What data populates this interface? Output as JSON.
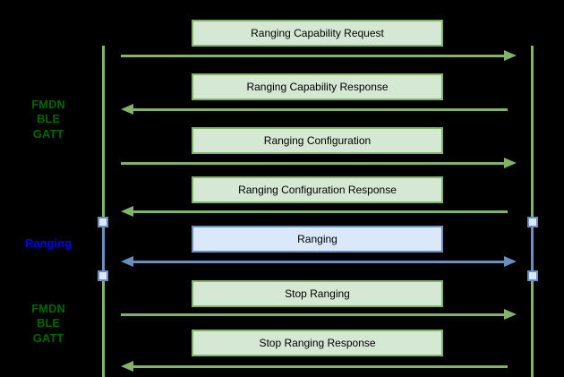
{
  "side_labels": {
    "fmdn_top": {
      "lines": [
        "FMDN",
        "BLE",
        "GATT"
      ],
      "color": "#006600"
    },
    "ranging": {
      "text": "Ranging",
      "color": "#0000ee"
    },
    "fmdn_bottom": {
      "lines": [
        "FMDN",
        "BLE",
        "GATT"
      ],
      "color": "#006600"
    }
  },
  "messages": [
    {
      "label": "Ranging Capability Request",
      "direction": "right",
      "style": "green"
    },
    {
      "label": "Ranging Capability Response",
      "direction": "left",
      "style": "green"
    },
    {
      "label": "Ranging Configuration",
      "direction": "right",
      "style": "green"
    },
    {
      "label": "Ranging Configuration Response",
      "direction": "left",
      "style": "green"
    },
    {
      "label": "Ranging",
      "direction": "both",
      "style": "blue"
    },
    {
      "label": "Stop Ranging",
      "direction": "right",
      "style": "green"
    },
    {
      "label": "Stop Ranging Response",
      "direction": "left",
      "style": "green"
    }
  ],
  "palette": {
    "background": "#000000",
    "green_fill": "#d5e8d4",
    "green_stroke": "#82b366",
    "blue_fill": "#dae8fc",
    "blue_stroke": "#6c8ebf",
    "label_green": "#006600",
    "label_blue": "#0000ee",
    "box_text": "#000000"
  }
}
